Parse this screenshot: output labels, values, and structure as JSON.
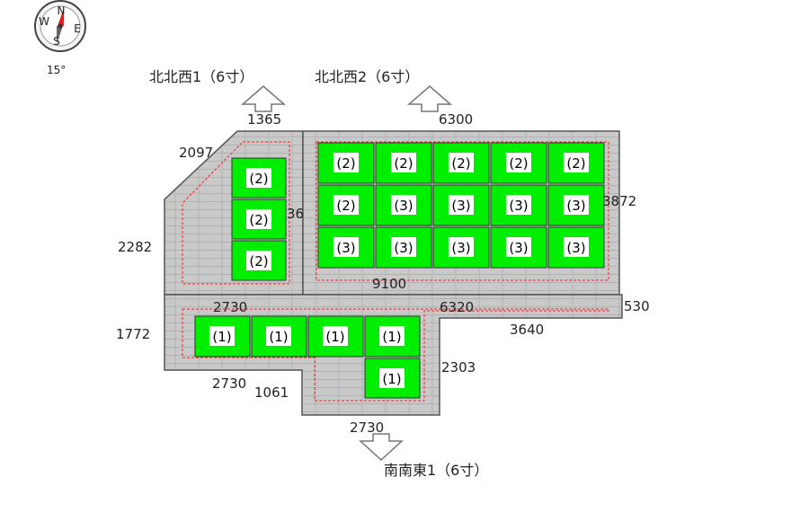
{
  "compass": {
    "icon": "compass-icon",
    "letters": [
      "N",
      "E",
      "S",
      "W"
    ],
    "angle_label": "15°"
  },
  "direction_labels": {
    "nnw1": "北北西1（6寸）",
    "nnw2": "北北西2（6寸）",
    "sse1": "南南東1（6寸）"
  },
  "dimensions": {
    "d1365": "1365",
    "d6300": "6300",
    "d2097": "2097",
    "d2282": "2282",
    "d3872": "3872",
    "d9100": "9100",
    "d2730_top": "2730",
    "d6320": "6320",
    "d530": "530",
    "d1772": "1772",
    "d3640": "3640",
    "d2303": "2303",
    "d2730_mid": "2730",
    "d1061": "1061",
    "d2730_bottom": "2730",
    "d1365_partial": "36"
  },
  "panel_labels": {
    "g1": "(1)",
    "g2": "(2)",
    "g3": "(3)"
  },
  "colors": {
    "roof": "#c8c8c8",
    "roof_border": "#555555",
    "panel": "#00ee00",
    "panel_border": "#333333",
    "setback": "#ff0000",
    "arrow": "#ffffff"
  }
}
